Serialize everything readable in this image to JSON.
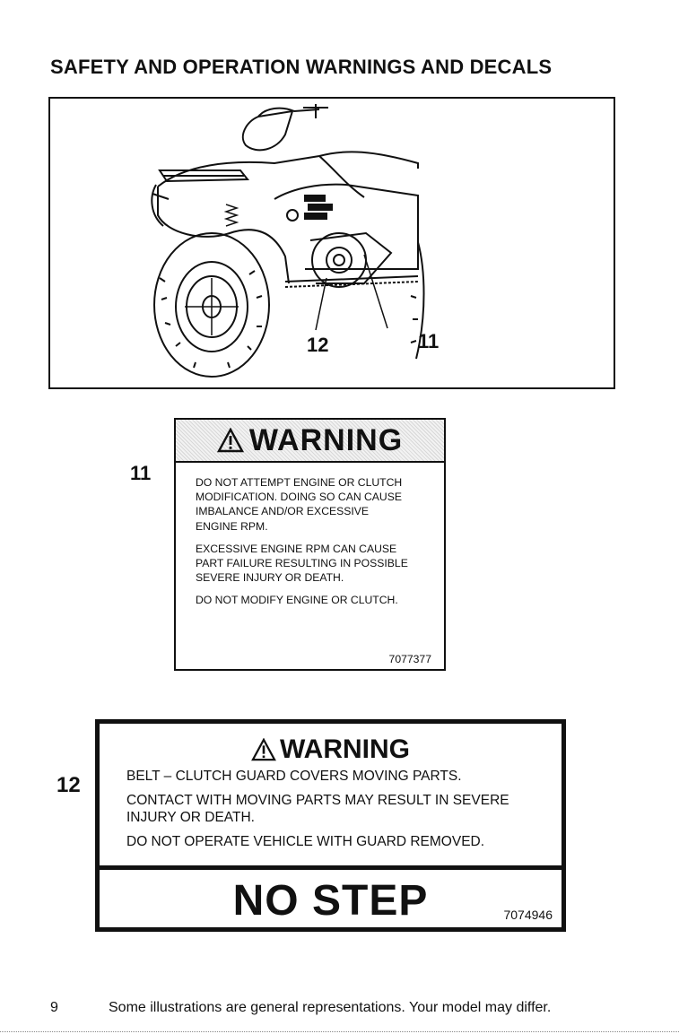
{
  "page": {
    "title": "SAFETY AND OPERATION WARNINGS AND DECALS",
    "page_number": "9",
    "footer": "Some illustrations are general representations. Your model may differ."
  },
  "figure": {
    "callout_12": "12",
    "callout_11": "11"
  },
  "decal_11": {
    "label": "11",
    "heading": "WARNING",
    "paragraphs": [
      "DO NOT ATTEMPT ENGINE OR CLUTCH MODIFICATION. DOING SO CAN CAUSE IMBALANCE AND/OR EXCESSIVE ENGINE RPM.",
      "EXCESSIVE ENGINE RPM CAN CAUSE PART FAILURE RESULTING IN POSSIBLE SEVERE INJURY OR DEATH.",
      "DO NOT MODIFY ENGINE OR CLUTCH."
    ],
    "part_number": "7077377"
  },
  "decal_12": {
    "label": "12",
    "heading": "WARNING",
    "lines": [
      "BELT – CLUTCH GUARD COVERS MOVING PARTS.",
      "CONTACT WITH MOVING PARTS MAY RESULT IN SEVERE INJURY OR DEATH.",
      "DO NOT OPERATE VEHICLE WITH GUARD REMOVED."
    ],
    "no_step": "NO STEP",
    "part_number": "7074946"
  },
  "icons": [
    "warning-triangle-icon"
  ]
}
